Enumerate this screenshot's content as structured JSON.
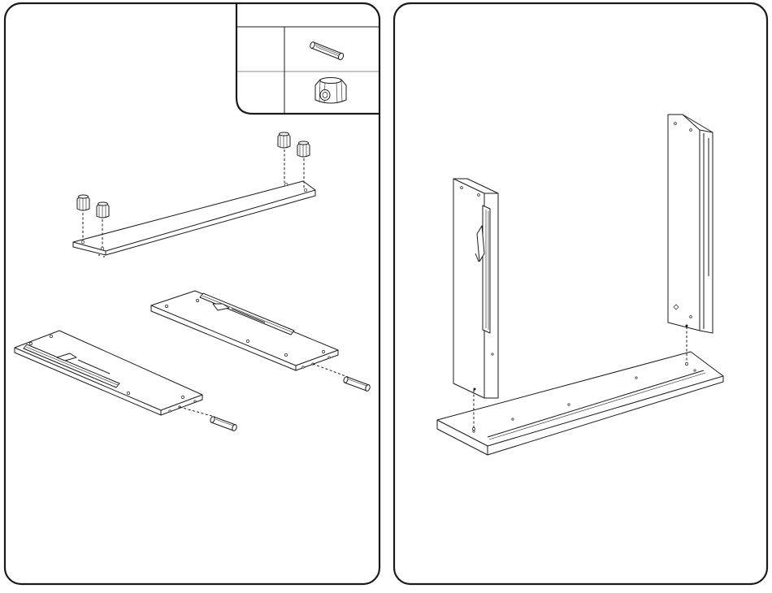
{
  "steps": [
    {
      "parts_legend": {
        "rows": [
          {
            "qty": "",
            "part_icon": "wood-dowel-icon"
          },
          {
            "qty": "",
            "part_icon": "cam-fitting-icon"
          }
        ]
      },
      "components": [
        "top-panel-with-cam-fittings",
        "drawer-slide-panel-right",
        "drawer-slide-panel-left",
        "wood-dowel",
        "wood-dowel"
      ]
    },
    {
      "components": [
        "left-side-panel",
        "right-side-panel",
        "bottom-panel"
      ]
    }
  ],
  "colors": {
    "line": "#1a1a1a",
    "background": "#ffffff"
  }
}
